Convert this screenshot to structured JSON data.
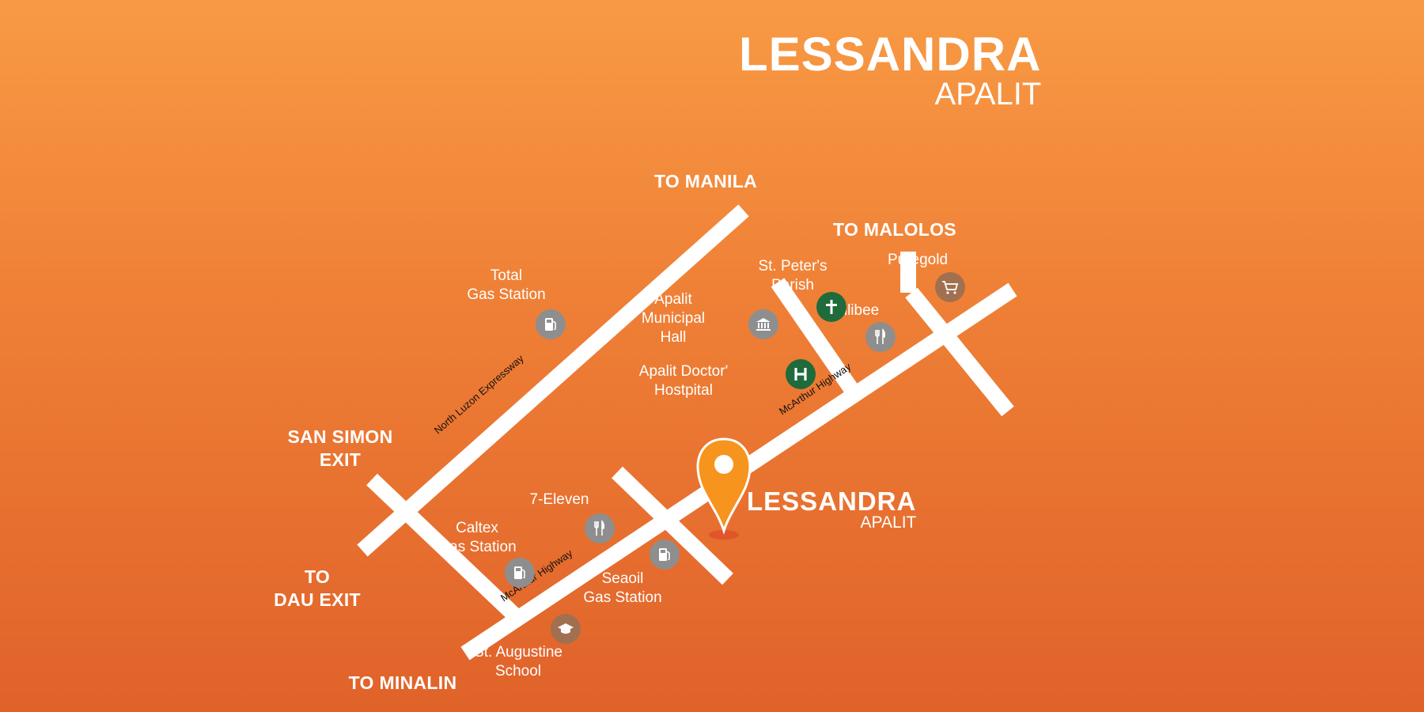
{
  "header_logo": {
    "name": "LESSANDRA",
    "sub": "APALIT"
  },
  "pin_logo": {
    "name": "LESSANDRA",
    "sub": "APALIT"
  },
  "destinations": {
    "to_manila": "TO MANILA",
    "to_malolos": "TO MALOLOS",
    "san_simon_line1": "SAN SIMON",
    "san_simon_line2": "EXIT",
    "dau_line1": "TO",
    "dau_line2": "DAU EXIT",
    "to_minalin": "TO MINALIN"
  },
  "roads": {
    "nlex": "North Luzon Expressway",
    "mcarthur_upper": "McArthur Highway",
    "mcarthur_lower": "McArthur Highway"
  },
  "pois": {
    "total_gas_line1": "Total",
    "total_gas_line2": "Gas Station",
    "caltex_line1": "Caltex",
    "caltex_line2": "Gas Station",
    "seven_eleven": "7-Eleven",
    "seaoil_line1": "Seaoil",
    "seaoil_line2": "Gas Station",
    "st_augustine_line1": "St. Augustine",
    "st_augustine_line2": "School",
    "municipal_line1": "Apalit",
    "municipal_line2": "Municipal",
    "municipal_line3": "Hall",
    "st_peter_line1": "St. Peter's",
    "st_peter_line2": "Parish",
    "jollibee": "Jollibee",
    "puregold": "Puregold",
    "hospital_line1": "Apalit Doctor'",
    "hospital_line2": "Hostpital"
  },
  "colors": {
    "background_top": "#f89a44",
    "background_bottom": "#e0622a",
    "road": "#ffffff",
    "pin": "#f7941d",
    "icon_gray": "#8e8e8e",
    "icon_green": "#1f6b3c",
    "icon_brown": "#a07050"
  }
}
